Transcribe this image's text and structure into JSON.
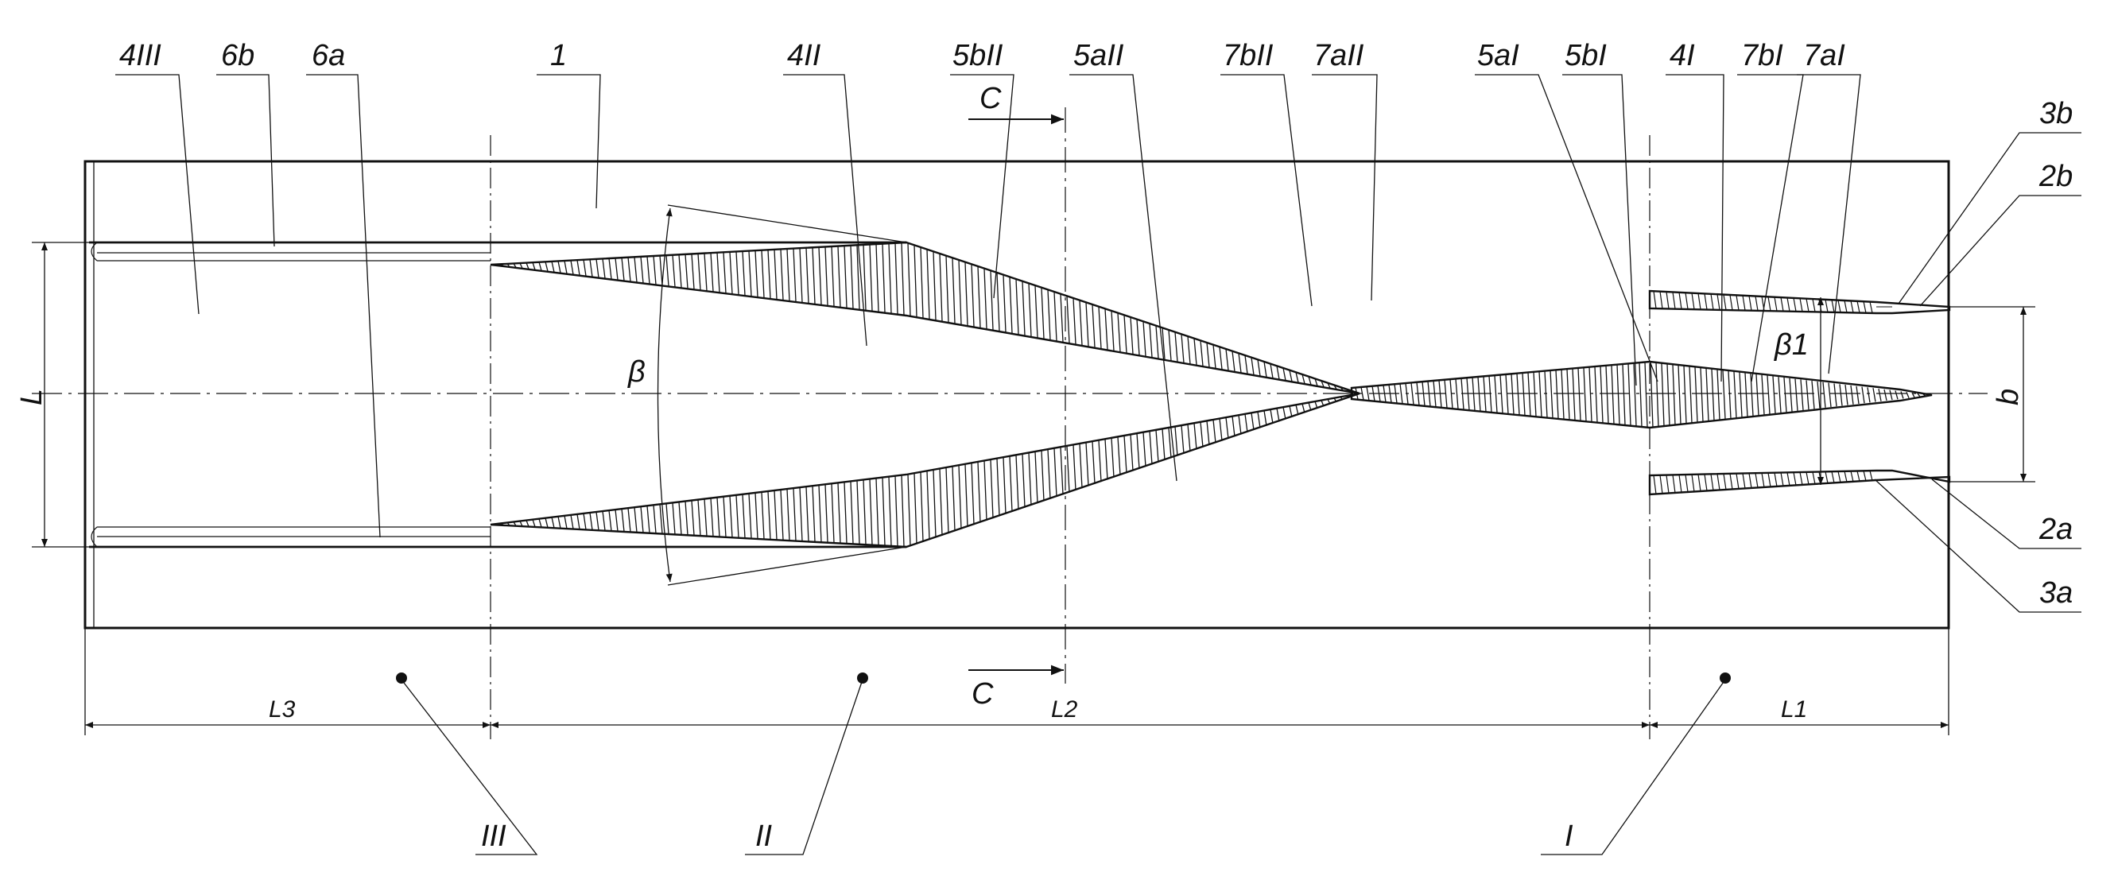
{
  "callout_labels": {
    "l_4III": "4III",
    "l_6b": "6b",
    "l_6a": "6a",
    "l_1": "1",
    "l_4II": "4II",
    "l_5bII": "5bII",
    "l_5aII": "5aII",
    "l_7bII": "7bII",
    "l_7aII": "7aII",
    "l_5aI": "5aI",
    "l_5bI": "5bI",
    "l_4I": "4I",
    "l_7bI": "7bI",
    "l_7aI": "7aI",
    "l_3b": "3b",
    "l_2b": "2b",
    "l_2a": "2a",
    "l_3a": "3a"
  },
  "section_marks": {
    "top": "C",
    "bottom": "C"
  },
  "dimensions": {
    "L": "L",
    "b": "b",
    "beta": "β",
    "beta1": "β1",
    "L1": "L1",
    "L2": "L2",
    "L3": "L3"
  },
  "zones": {
    "I": "I",
    "II": "II",
    "III": "III"
  }
}
